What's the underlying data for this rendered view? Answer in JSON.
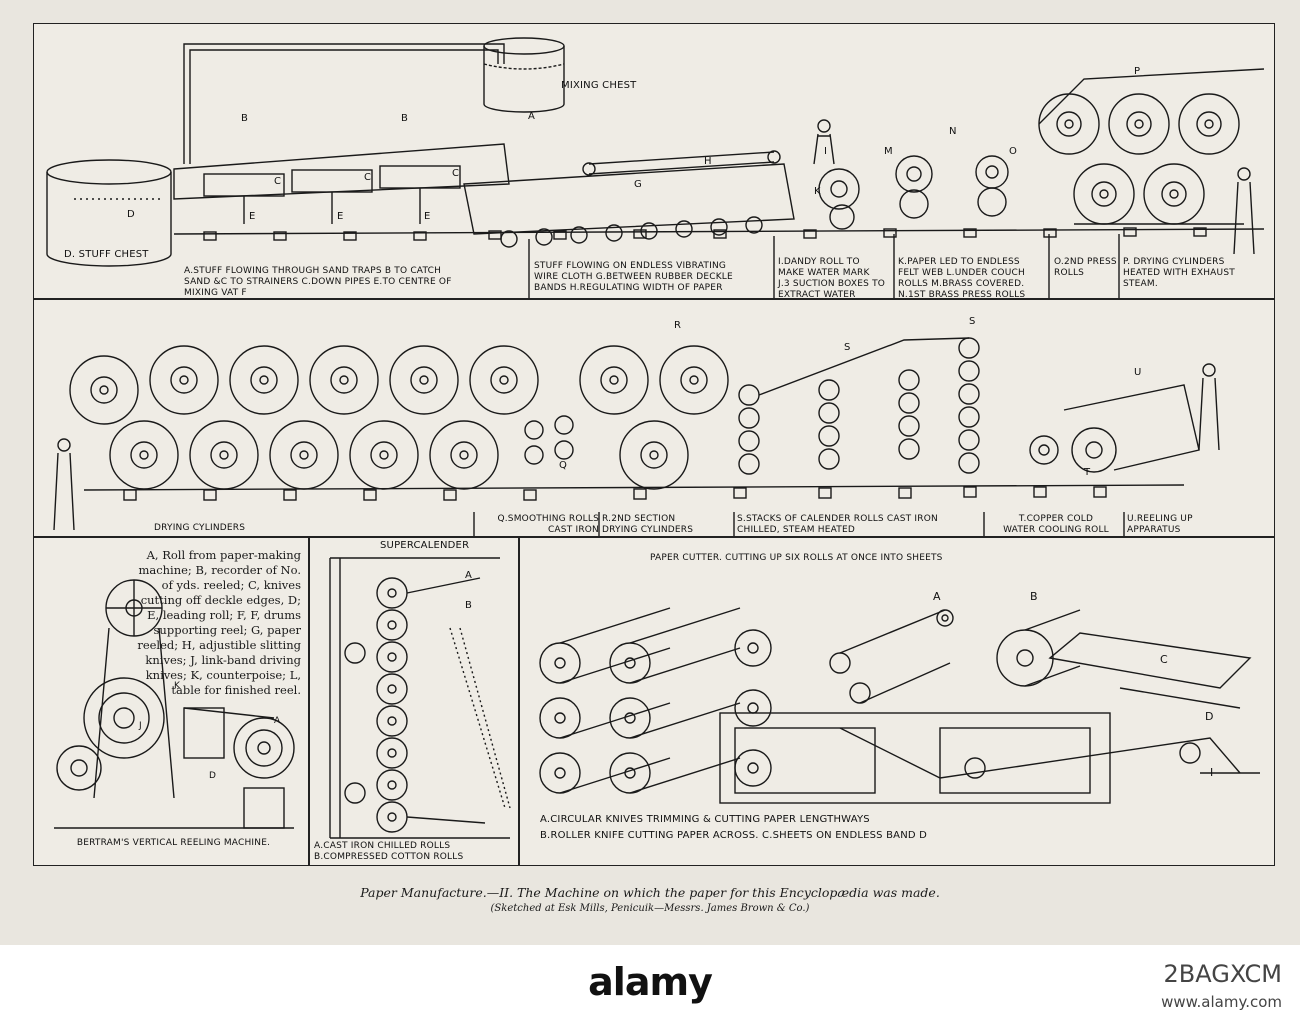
{
  "top": {
    "mixing_chest": "MIXING CHEST",
    "stuff_chest": "D. STUFF CHEST",
    "desc_a": "A.STUFF FLOWING THROUGH SAND TRAPS B TO CATCH\nSAND &C TO STRAINERS C.DOWN PIPES E.TO CENTRE OF\nMIXING VAT F",
    "desc_g": "STUFF FLOWING ON ENDLESS VIBRATING\nWIRE CLOTH G.BETWEEN RUBBER DECKLE\nBANDS H.REGULATING WIDTH OF PAPER",
    "desc_i": "I.DANDY ROLL TO\nMAKE WATER MARK\nJ.3 SUCTION BOXES TO\nEXTRACT WATER",
    "desc_k": "K.PAPER LED TO ENDLESS\nFELT WEB L.UNDER COUCH\nROLLS M.BRASS COVERED.\nN.1ST BRASS PRESS ROLLS",
    "desc_o": "O.2ND PRESS\nROLLS",
    "desc_p": "P. DRYING CYLINDERS\nHEATED WITH EXHAUST\nSTEAM."
  },
  "middle": {
    "drying": "DRYING CYLINDERS",
    "q": "Q.SMOOTHING ROLLS\nCAST IRON",
    "r": "R.2ND SECTION\nDRYING CYLINDERS",
    "s": "S.STACKS OF CALENDER ROLLS CAST IRON\nCHILLED, STEAM HEATED",
    "t": "T.COPPER COLD\nWATER COOLING ROLL",
    "u": "U.REELING UP\nAPPARATUS"
  },
  "bottom_left": {
    "legend": "A, Roll from paper-making machine; B, recorder of No. of yds. reeled; C, knives cutting off deckle edges, D; E, leading roll; F, F, drums supporting reel; G, paper reeled; H, adjustible slitting knives; J, link-band driving knives; K, counterpoise; L, table for finished reel.",
    "title": "BERTRAM'S VERTICAL REELING MACHINE."
  },
  "bottom_middle": {
    "title": "SUPERCALENDER",
    "desc": "A.CAST IRON CHILLED ROLLS\nB.COMPRESSED COTTON ROLLS"
  },
  "bottom_right": {
    "title": "PAPER CUTTER. CUTTING UP SIX ROLLS AT ONCE INTO SHEETS",
    "desc1": "A.CIRCULAR KNIVES TRIMMING & CUTTING PAPER LENGTHWAYS",
    "desc2": "B.ROLLER KNIFE CUTTING PAPER ACROSS.  C.SHEETS ON ENDLESS BAND D"
  },
  "caption": {
    "main": "Paper Manufacture.—II. The Machine on which the paper for this Encyclopædia was made.",
    "sub": "(Sketched at Esk Mills, Penicuik—Messrs. James Brown & Co.)"
  },
  "watermark": {
    "logo": "alamy",
    "id": "2BAGXCM",
    "url": "www.alamy.com"
  }
}
